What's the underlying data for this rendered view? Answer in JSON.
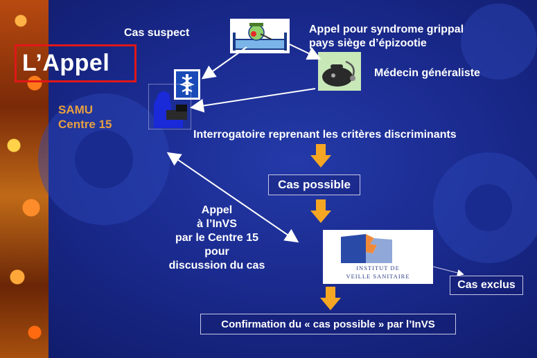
{
  "title": "L’Appel",
  "samu": {
    "line1": "SAMU",
    "line2": "Centre 15"
  },
  "cas_suspect": "Cas suspect",
  "appel_syndrome": {
    "line1": "Appel pour syndrome grippal",
    "line2": "pays siège d’épizootie"
  },
  "medecin": "Médecin généraliste",
  "interrogatoire": "Interrogatoire reprenant les critères discriminants",
  "cas_possible": "Cas possible",
  "appel_invs": {
    "line1": "Appel",
    "line2": "à l’InVS",
    "line3": "par le Centre 15",
    "line4": "pour",
    "line5": "discussion du cas"
  },
  "invs_logo": {
    "line1": "INSTITUT DE",
    "line2": "VEILLE SANITAIRE"
  },
  "cas_exclus": "Cas exclus",
  "confirmation": "Confirmation du « cas possible » par l’InVS",
  "colors": {
    "background": "#1a2a8e",
    "title_border": "#e01818",
    "arrow_orange": "#f5a623",
    "samu_label": "#e8a040"
  },
  "icons": [
    "patient-in-bed-icon",
    "medical-caduceus-icon",
    "operator-phone-icon",
    "doctor-bag-stethoscope-icon",
    "invs-logo-icon"
  ]
}
